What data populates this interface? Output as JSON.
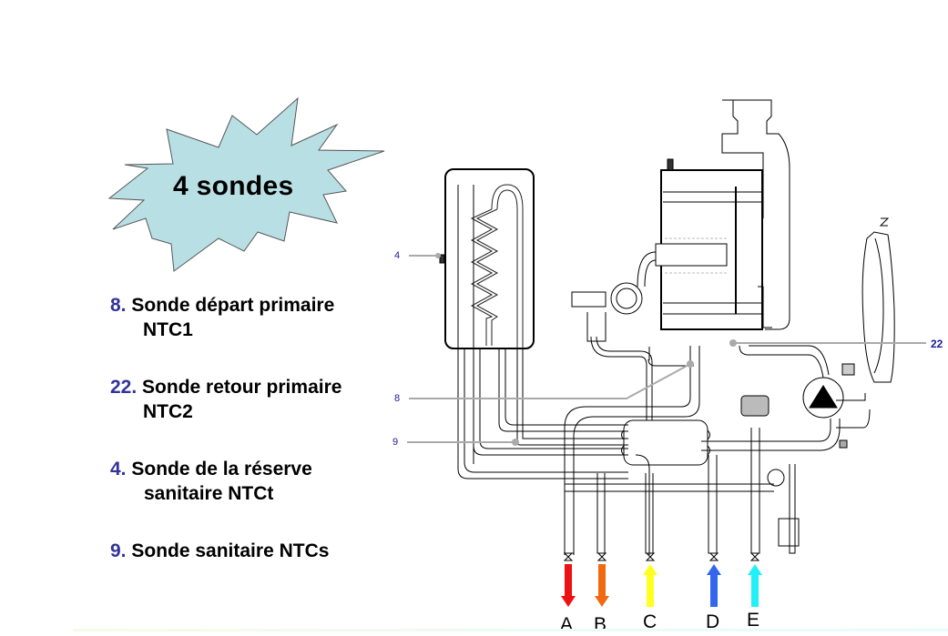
{
  "burst": {
    "title": "4 sondes",
    "fill": "#b8e0e4"
  },
  "legend": {
    "number_color": "#333399",
    "items": [
      {
        "number": "8.",
        "line1": "Sonde départ primaire",
        "line2": "NTC1"
      },
      {
        "number": "22.",
        "line1": "Sonde retour primaire",
        "line2": "NTC2"
      },
      {
        "number": "4.",
        "line1": "Sonde de la réserve",
        "line2": "sanitaire NTCt"
      },
      {
        "number": "9.",
        "line1": "Sonde sanitaire NTCs",
        "line2": ""
      }
    ]
  },
  "diagram": {
    "callouts": [
      {
        "id": "4",
        "label": "4"
      },
      {
        "id": "8",
        "label": "8"
      },
      {
        "id": "9",
        "label": "9"
      },
      {
        "id": "22",
        "label": "22"
      }
    ],
    "callout_color": "#1a1aa0",
    "outlets": [
      {
        "label": "A",
        "direction": "down",
        "color": "#ee1111"
      },
      {
        "label": "B",
        "direction": "down",
        "color": "#f26a10"
      },
      {
        "label": "C",
        "direction": "up",
        "color": "#ffff22"
      },
      {
        "label": "D",
        "direction": "up",
        "color": "#3366ee"
      },
      {
        "label": "E",
        "direction": "up",
        "color": "#22f0f8"
      }
    ]
  }
}
